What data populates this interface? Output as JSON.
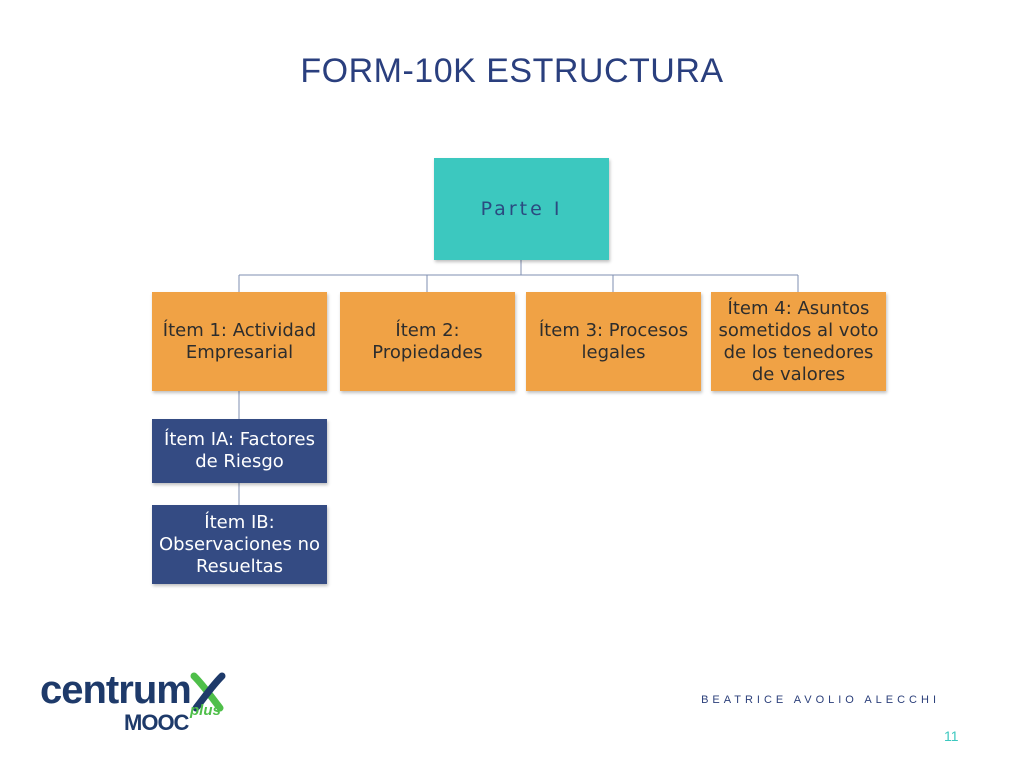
{
  "title": "FORM-10K ESTRUCTURA",
  "diagram": {
    "root": {
      "label": "Parte I"
    },
    "children": [
      {
        "label": "Ítem 1: Actividad Empresarial"
      },
      {
        "label": "Ítem 2: Propiedades"
      },
      {
        "label": "Ítem 3: Procesos legales"
      },
      {
        "label": "Ítem 4: Asuntos sometidos al voto de los tenedores de valores"
      }
    ],
    "sub_items": [
      {
        "label": "Ítem IA: Factores de Riesgo"
      },
      {
        "label": "Ítem IB: Observaciones no Resueltas"
      }
    ]
  },
  "footer": {
    "logo_text": "centrum",
    "logo_sub": "MOOC",
    "logo_plus": "plus",
    "author": "BEATRICE AVOLIO ALECCHI",
    "page_number": "11"
  },
  "colors": {
    "root": "#3cc8bf",
    "level1": "#f0a245",
    "level2": "#344b83",
    "title": "#2a3f7e",
    "connector": "#7f8fb2"
  }
}
